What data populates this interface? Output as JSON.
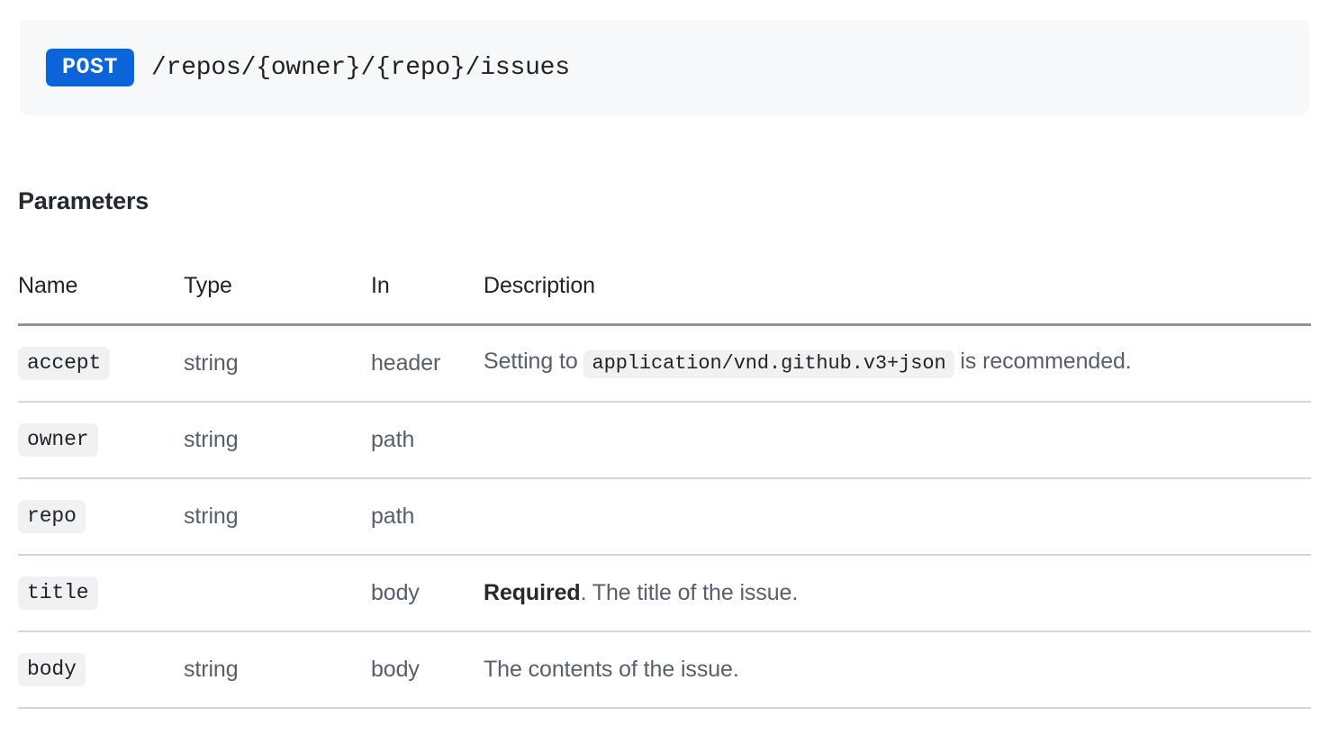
{
  "endpoint": {
    "method": "POST",
    "path": "/repos/{owner}/{repo}/issues"
  },
  "parameters_section": {
    "heading": "Parameters",
    "columns": [
      "Name",
      "Type",
      "In",
      "Description"
    ],
    "rows": [
      {
        "name": "accept",
        "type": "string",
        "in": "header",
        "description_prefix": "Setting to ",
        "description_code": "application/vnd.github.v3+json",
        "description_suffix": " is recommended.",
        "description_required": ""
      },
      {
        "name": "owner",
        "type": "string",
        "in": "path",
        "description_prefix": "",
        "description_code": "",
        "description_suffix": "",
        "description_required": ""
      },
      {
        "name": "repo",
        "type": "string",
        "in": "path",
        "description_prefix": "",
        "description_code": "",
        "description_suffix": "",
        "description_required": ""
      },
      {
        "name": "title",
        "type": "",
        "in": "body",
        "description_prefix": "",
        "description_code": "",
        "description_suffix": ". The title of the issue.",
        "description_required": "Required"
      },
      {
        "name": "body",
        "type": "string",
        "in": "body",
        "description_prefix": "The contents of the issue.",
        "description_code": "",
        "description_suffix": "",
        "description_required": ""
      }
    ]
  },
  "colors": {
    "method_badge_bg": "#0b65d8",
    "panel_bg": "#f6f8fa",
    "code_chip_bg": "#eff1f3",
    "header_rule": "#8c959f",
    "row_rule": "#d0d7de",
    "text_primary": "#1f2328",
    "text_secondary": "#57606a"
  }
}
